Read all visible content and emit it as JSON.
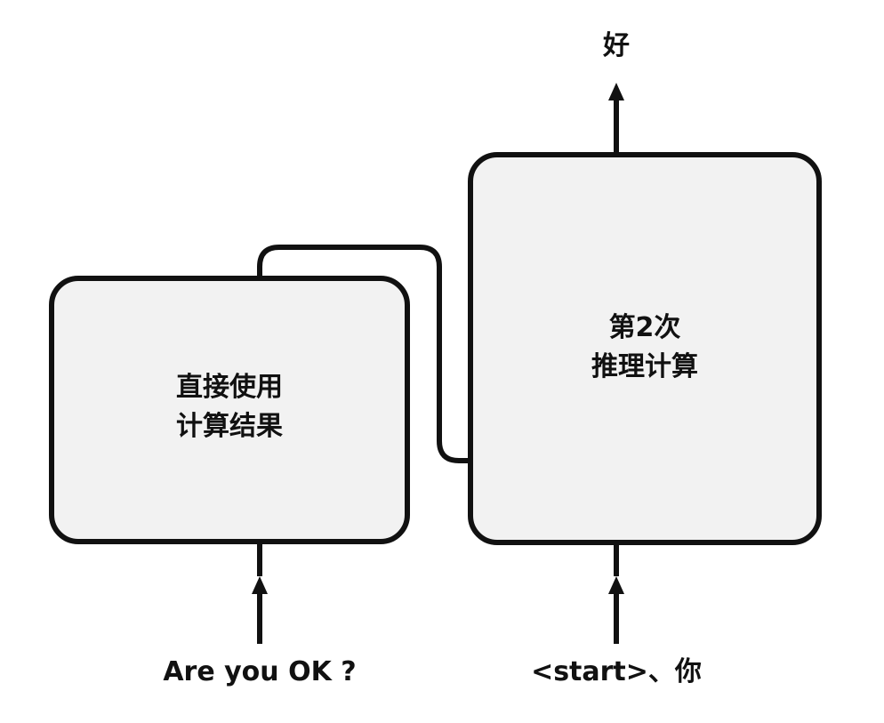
{
  "colors": {
    "box_fill": "#f2f2f2",
    "stroke": "#111111",
    "background": "#ffffff"
  },
  "left_block": {
    "label_lines": [
      "直接使用",
      "计算结果"
    ],
    "input_label": "Are you OK ?"
  },
  "right_block": {
    "label_lines": [
      "第2次",
      "推理计算"
    ],
    "input_label": "<start>、你",
    "output_label": "好"
  }
}
